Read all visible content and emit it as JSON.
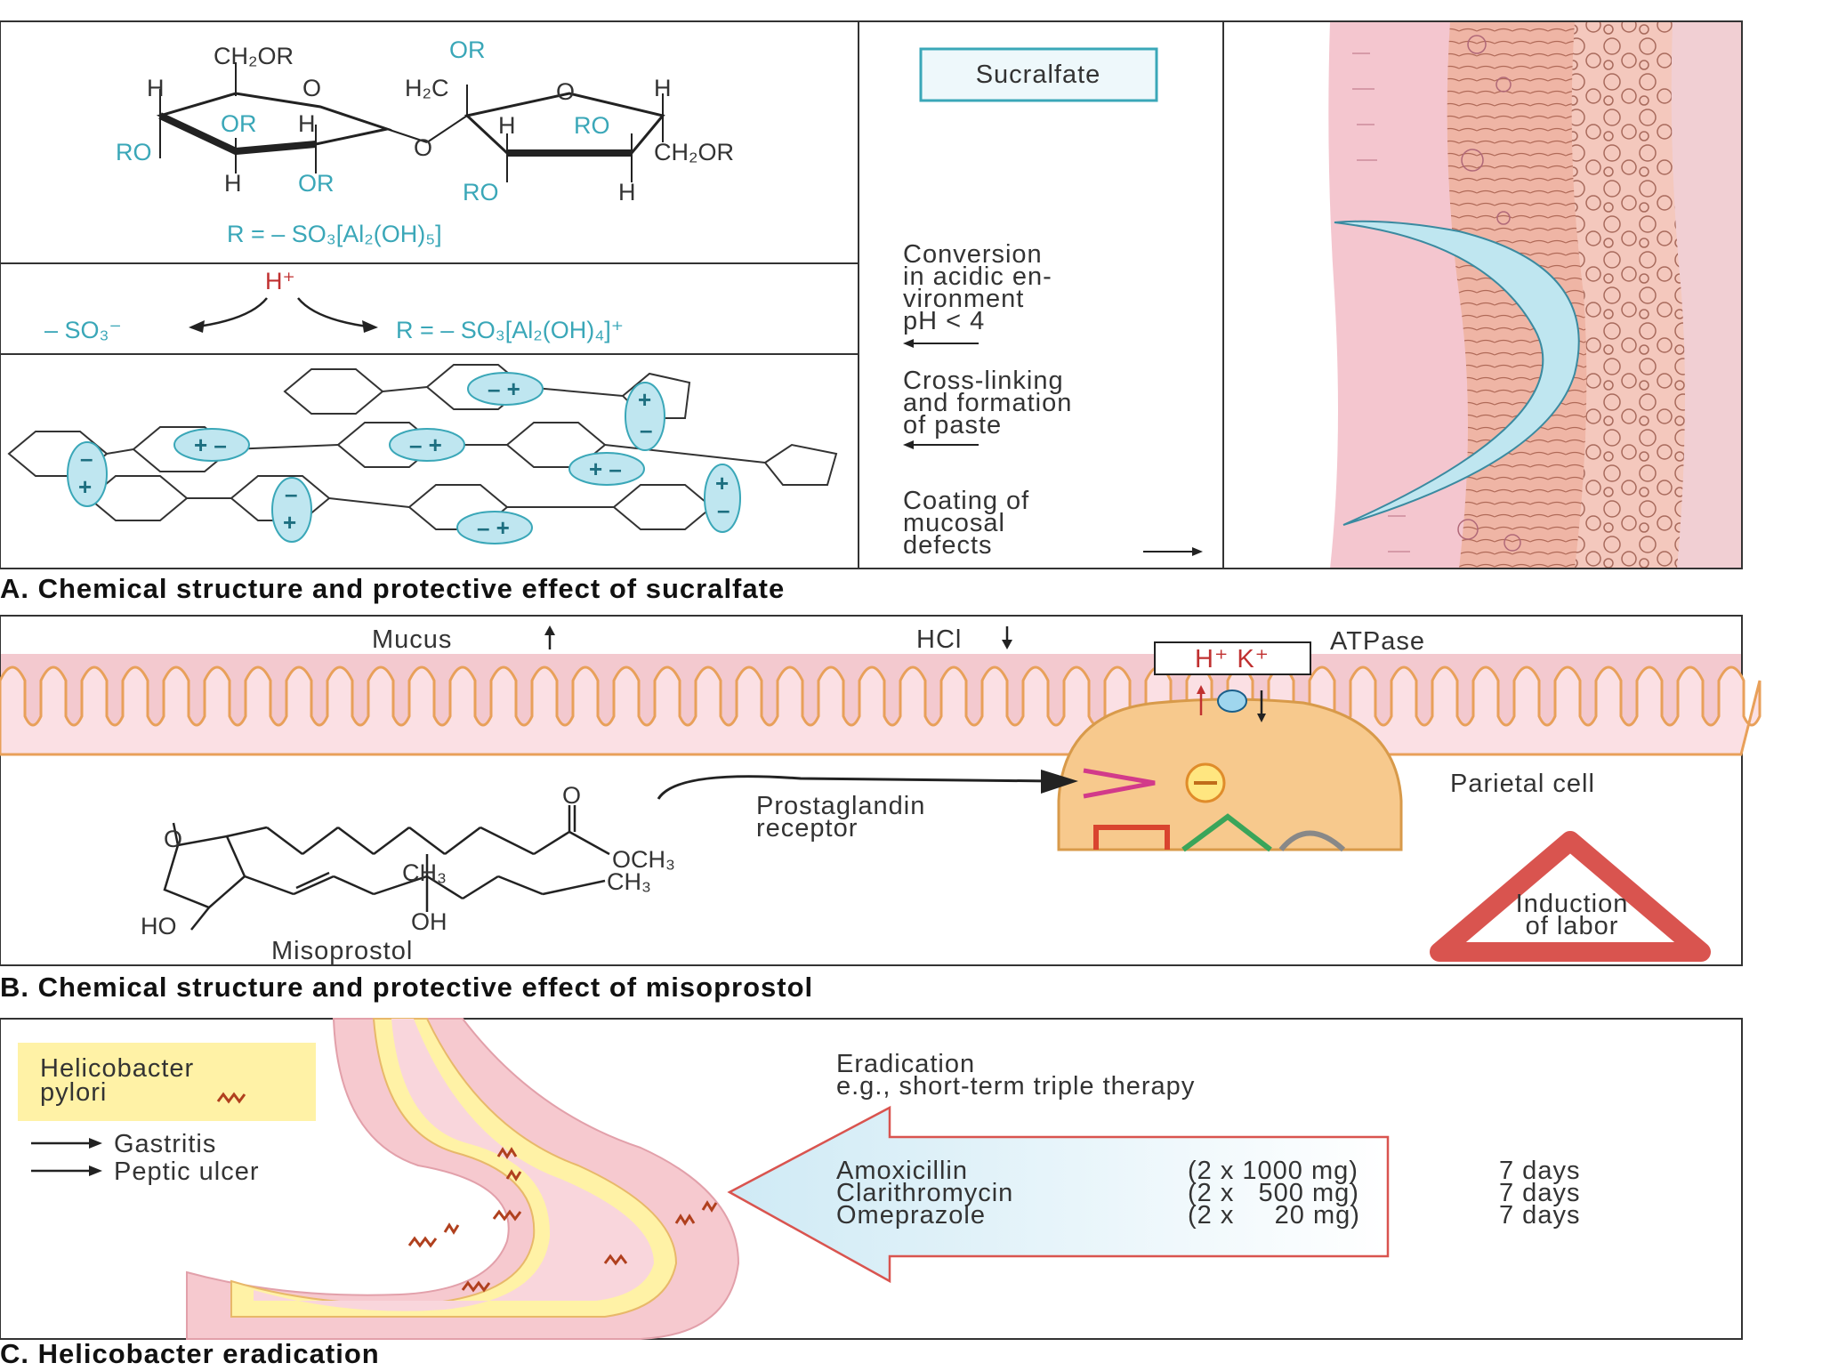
{
  "panel_a": {
    "caption": "A. Chemical structure and protective effect of sucralfate",
    "sucralfate_box": "Sucralfate",
    "r_group": "R = – SO₃[Al₂(OH)₅]",
    "h_plus": "H⁺",
    "so3_minus": "– SO₃⁻",
    "r_group_cation": "R = – SO₃[Al₂(OH)₄]⁺",
    "glucose_atoms": {
      "ch2or": "CH₂OR",
      "o": "O",
      "h": "H",
      "or": "OR",
      "ro": "RO"
    },
    "fructose_atoms": {
      "or_top": "OR",
      "h2c": "H₂C",
      "o": "O",
      "h": "H",
      "ro": "RO",
      "ch2or": "CH₂OR"
    },
    "bridge_o": "O",
    "step1_lines": [
      "Conversion",
      "in acidic en-",
      "vironment",
      "pH < 4"
    ],
    "step2_lines": [
      "Cross-linking",
      "and formation",
      "of paste"
    ],
    "step3_lines": [
      "Coating of",
      "mucosal",
      "defects"
    ]
  },
  "panel_b": {
    "caption": "B. Chemical structure and protective effect of misoprostol",
    "mucus": "Mucus",
    "hcl": "HCl",
    "hk": "H⁺ K⁺",
    "atpase": "ATPase",
    "parietal": "Parietal cell",
    "receptor_lines": [
      "Prostaglandin",
      "receptor"
    ],
    "induction_lines": [
      "Induction",
      "of labor"
    ],
    "misoprostol": "Misoprostol",
    "atoms": {
      "o": "O",
      "och3": "OCH₃",
      "ch3": "CH₃",
      "ch3b": "CH₃",
      "oh": "OH",
      "ho": "HO"
    }
  },
  "panel_c": {
    "caption": "C. Helicobacter eradication",
    "hp_lines": [
      "Helicobacter",
      "pylori"
    ],
    "gastritis": "Gastritis",
    "ulcer": "Peptic ulcer",
    "erad_lines": [
      "Eradication",
      "e.g., short-term triple therapy"
    ],
    "drugs": [
      {
        "name": "Amoxicillin",
        "dose": "(2 x 1000 mg)",
        "days": "7 days"
      },
      {
        "name": "Clarithromycin",
        "dose": "(2 x   500 mg)",
        "days": "7 days"
      },
      {
        "name": "Omeprazole",
        "dose": "(2 x     20 mg)",
        "days": "7 days"
      }
    ]
  },
  "colors": {
    "cyan": "#3aa7b8",
    "light_cyan": "#bfe6f0",
    "pink": "#f3c9cf",
    "tissue": "#f6d9dc",
    "yellow": "#fff2a6",
    "red": "#d9544f"
  }
}
